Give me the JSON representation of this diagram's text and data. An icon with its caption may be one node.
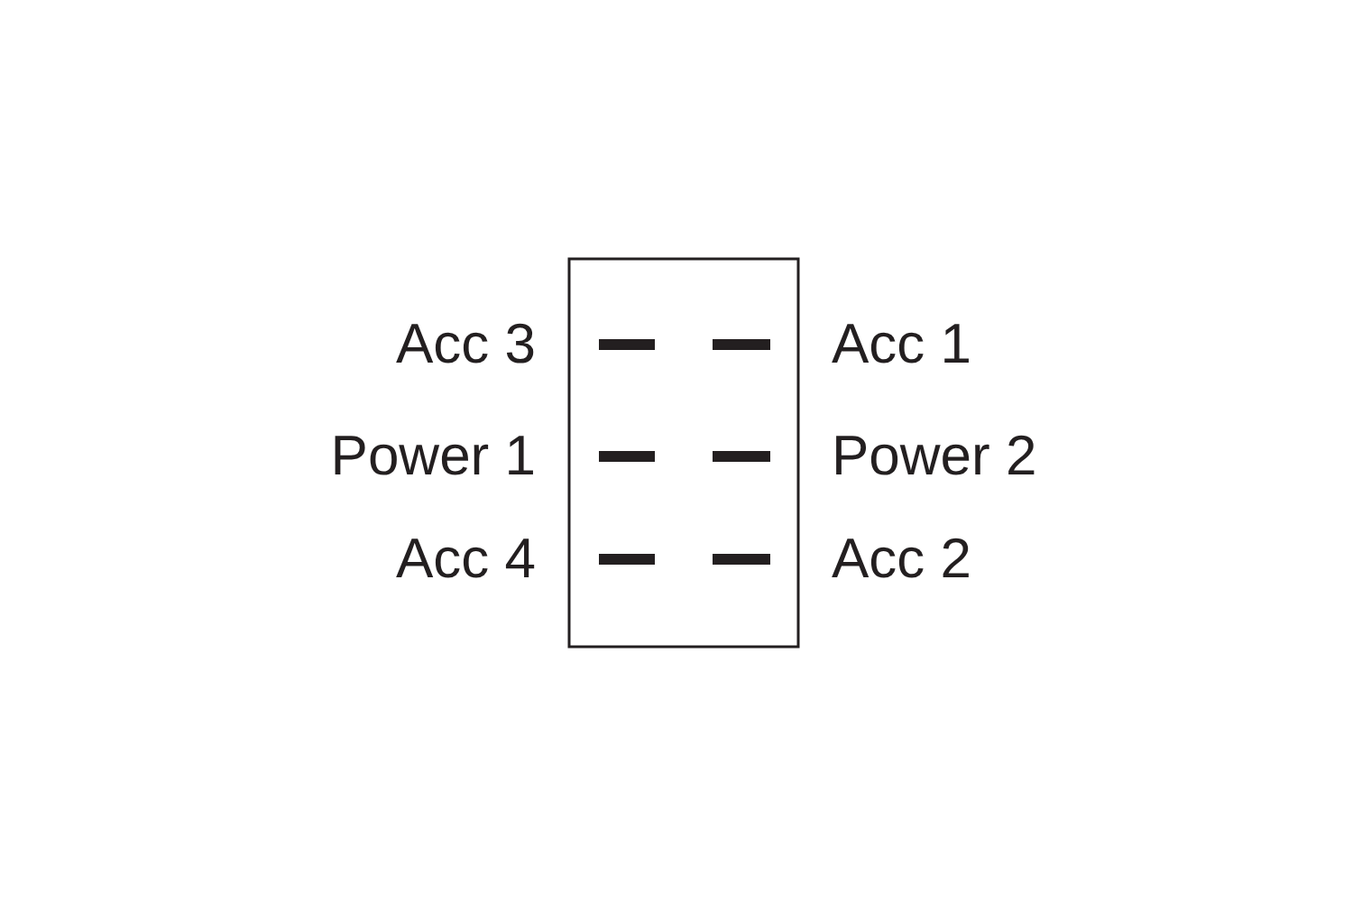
{
  "diagram": {
    "labels": [
      "Acc 3",
      "Acc 1",
      "Power 1",
      "Power 2",
      "Acc 4",
      "Acc 2"
    ]
  }
}
